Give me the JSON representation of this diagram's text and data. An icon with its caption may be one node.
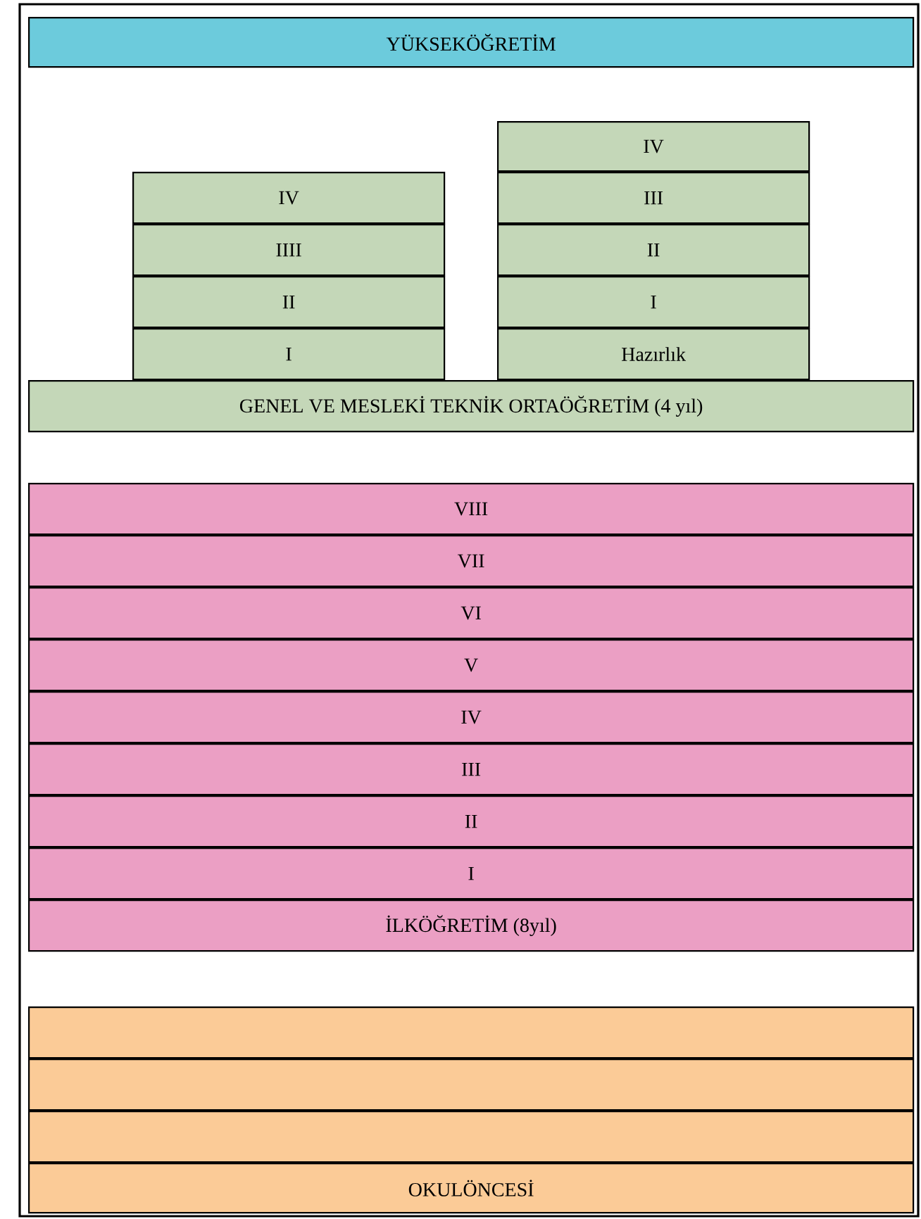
{
  "diagram": {
    "nodes": [
      {
        "text": [
          "YÜKSEKÖĞRETİM"
        ]
      },
      {
        "text": [
          "IV"
        ]
      },
      {
        "text": [
          "IV"
        ]
      },
      {
        "text": [
          "III"
        ]
      },
      {
        "text": [
          "IIII"
        ]
      },
      {
        "text": [
          "II"
        ]
      },
      {
        "text": [
          "II"
        ]
      },
      {
        "text": [
          "I"
        ]
      },
      {
        "text": [
          "I"
        ]
      },
      {
        "text": [
          "Hazırlık"
        ]
      },
      {
        "text": [
          "GENEL VE MESLEKİ TEKNİK ORTAÖĞRETİM (4 yıl)"
        ]
      },
      {
        "text": [
          "VIII"
        ]
      },
      {
        "text": [
          "VII"
        ]
      },
      {
        "text": [
          "VI"
        ]
      },
      {
        "text": [
          "V"
        ]
      },
      {
        "text": [
          "IV"
        ]
      },
      {
        "text": [
          "III"
        ]
      },
      {
        "text": [
          "II"
        ]
      },
      {
        "text": [
          "I"
        ]
      },
      {
        "text": [
          "İLKÖĞRETİM (8yıl)"
        ]
      },
      {
        "text": [],
        "shape": "box"
      },
      {
        "text": [],
        "shape": "box"
      },
      {
        "text": [],
        "shape": "box"
      },
      {
        "text": [
          "OKULÖNCESİ"
        ]
      }
    ]
  }
}
